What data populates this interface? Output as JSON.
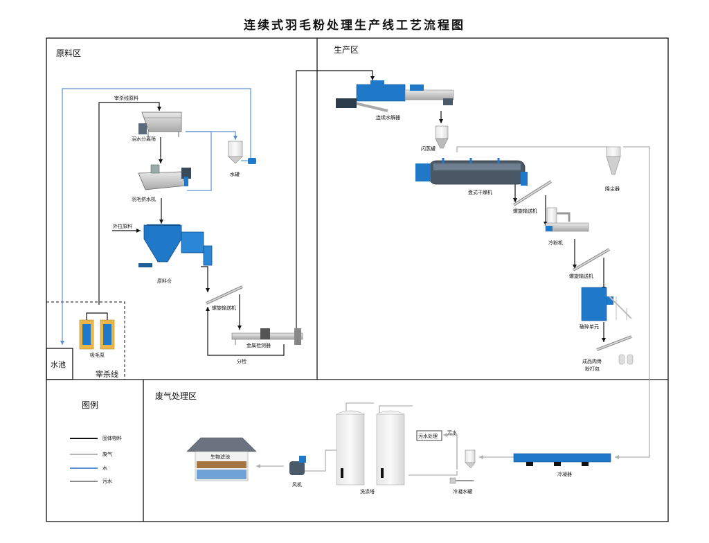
{
  "title": "连续式羽毛粉处理生产线工艺流程图",
  "zones": {
    "raw": "原料区",
    "production": "生产区",
    "exhaust": "废气处理区",
    "pool": "水池",
    "slaughter": "宰杀线",
    "legend": "图例"
  },
  "labels": {
    "slaughter_raw": "宰杀线原料",
    "separator": "羽水分离筛",
    "water_tank": "水罐",
    "press": "羽毛挤水机",
    "outside_raw": "外拉原料",
    "raw_bin": "原料仓",
    "screw1": "螺旋输送机",
    "metal": "金属检测器",
    "sorting": "分检",
    "feather_pump": "吸毛泵",
    "hydrolyzer": "连续水解器",
    "flash_tank": "闪蒸罐",
    "dryer": "盘式干燥机",
    "dust": "降尘器",
    "screw2": "螺旋输送机",
    "cooler": "冷粉机",
    "screw3": "螺旋输送机",
    "crusher": "破碎单元",
    "product_line1": "成品肉骨",
    "product_line2": "粉打包",
    "biofilter": "生物滤池",
    "fan": "风机",
    "scrubber": "洗涤塔",
    "wastewater_treat": "污水处理",
    "sewage": "污水",
    "condensate_tank": "冷凝水罐",
    "condenser": "冷凝器"
  },
  "legend": [
    {
      "label": "固体物料",
      "color": "#111111"
    },
    {
      "label": "废气",
      "color": "#b8b8b8"
    },
    {
      "label": "水",
      "color": "#5b8fd1"
    },
    {
      "label": "污水",
      "color": "#8c8c8c"
    }
  ],
  "colors": {
    "solid": "#111111",
    "gas": "#b8b8b8",
    "water": "#5b8fd1",
    "sewage": "#8c8c8c",
    "equipment_blue": "#1f78c8"
  }
}
